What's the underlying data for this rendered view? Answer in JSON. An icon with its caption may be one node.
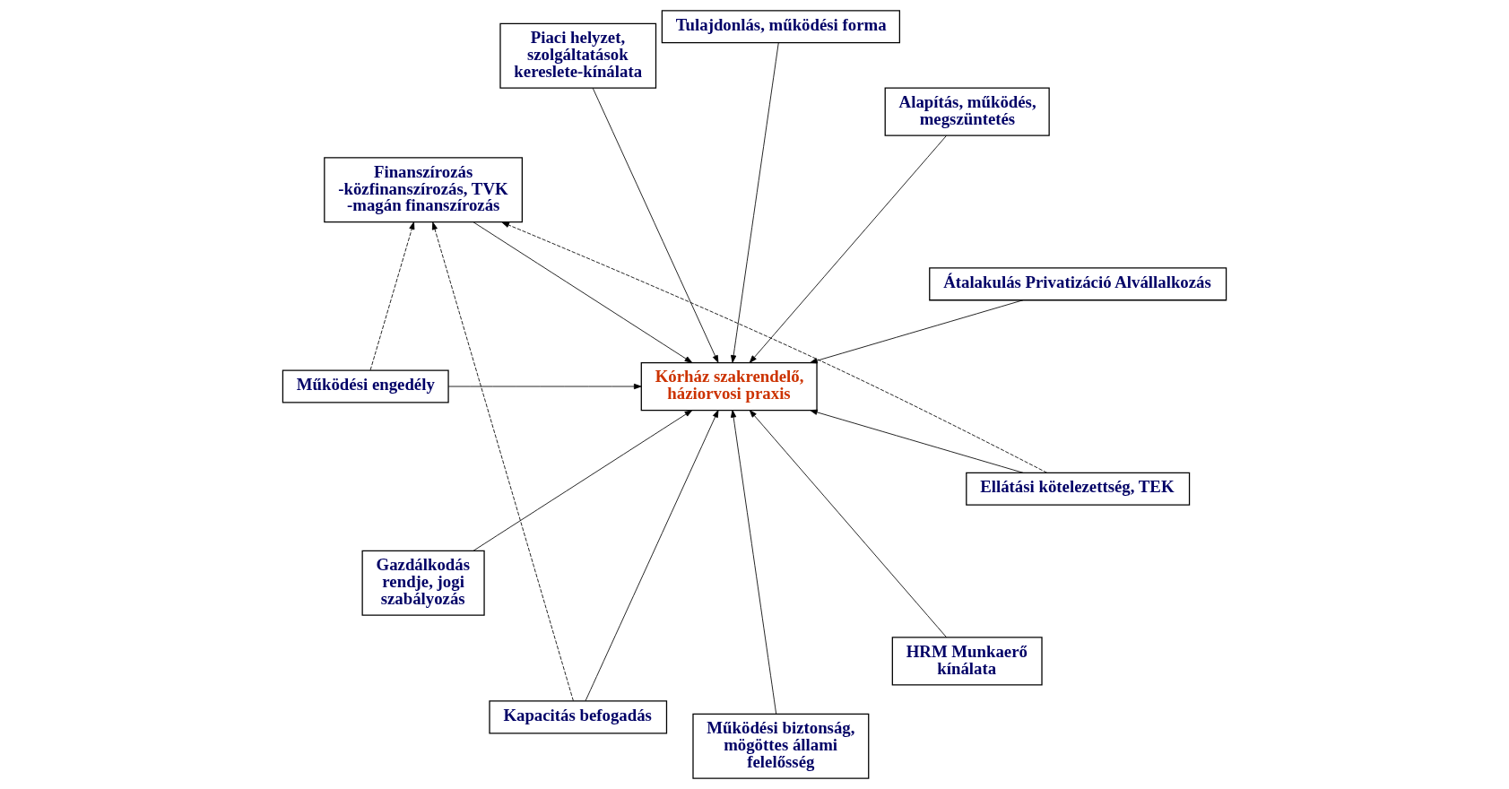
{
  "diagram": {
    "nodes": [
      {
        "text": [
          "Átalakulás Privatizáció Alvállalkozás"
        ]
      },
      {
        "text": [
          "Alapítás, működés, megszüntetés"
        ]
      },
      {
        "text": [
          "Tulajdonlás, működési forma"
        ]
      },
      {
        "text": [
          "Piaci helyzet, szolgáltatások kereslete-kínálata"
        ]
      },
      {
        "text": [
          "Finanszírozás",
          "-közfinanszírozás, TVK",
          "-magán finanszírozás"
        ]
      },
      {
        "text": [
          "Kórház szakrendelő, háziorvosi praxis"
        ]
      },
      {
        "text": [
          "Működési engedély"
        ]
      },
      {
        "text": [
          "Gazdálkodás rendje, jogi szabályozás"
        ]
      },
      {
        "text": [
          "Kapacitás befogadás"
        ]
      },
      {
        "text": [
          "Működési biztonság, mögöttes állami felelősség"
        ]
      },
      {
        "text": [
          "HRM Munkaerő kínálata"
        ]
      },
      {
        "text": [
          "Ellátási kötelezettség, TEK"
        ]
      }
    ],
    "edges": [
      {
        "from": 0,
        "to": 5,
        "arrow": "to"
      },
      {
        "from": 1,
        "to": 5,
        "arrow": "to"
      },
      {
        "from": 2,
        "to": 5,
        "arrow": "to"
      },
      {
        "from": 3,
        "to": 5,
        "arrow": "to"
      },
      {
        "from": 4,
        "to": 5,
        "arrow": "to"
      },
      {
        "from": 6,
        "to": 5,
        "arrow": "to"
      },
      {
        "from": 7,
        "to": 5,
        "arrow": "to"
      },
      {
        "from": 8,
        "to": 5,
        "arrow": "to"
      },
      {
        "from": 9,
        "to": 5,
        "arrow": "to"
      },
      {
        "from": 10,
        "to": 5,
        "arrow": "to"
      },
      {
        "from": 11,
        "to": 5,
        "arrow": "to"
      },
      {
        "from": 6,
        "to": 4,
        "arrow": "to",
        "style": "dashed"
      },
      {
        "from": 8,
        "to": 4,
        "arrow": "to",
        "style": "dashed"
      },
      {
        "from": 11,
        "to": 4,
        "arrow": "to",
        "style": "dashed"
      }
    ]
  }
}
